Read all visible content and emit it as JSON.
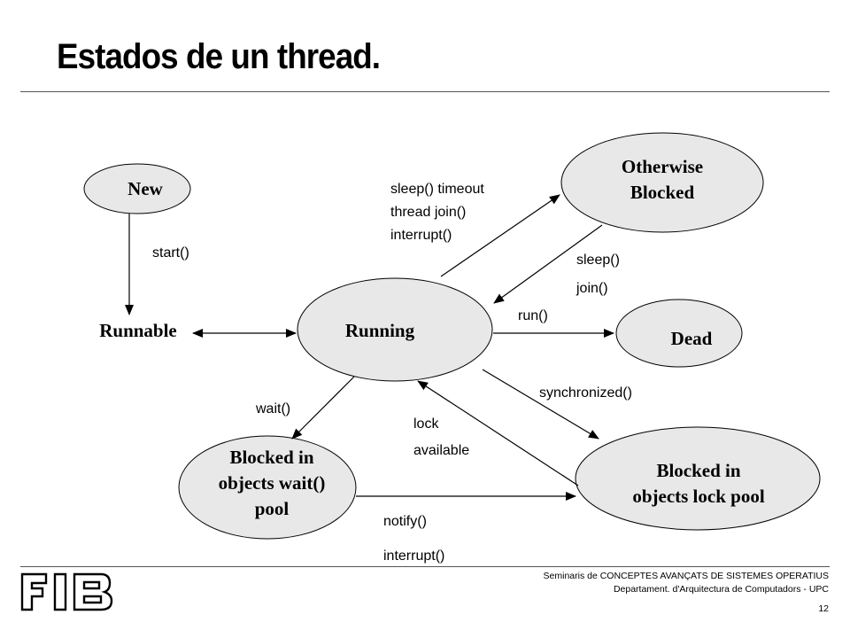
{
  "slide": {
    "title": "Estados de un thread.",
    "page_number": "12"
  },
  "footer": {
    "line1": "Seminaris de CONCEPTES AVANÇATS DE SISTEMES OPERATIUS",
    "line2": "Departament. d'Arquitectura de Computadors - UPC"
  },
  "logo": {
    "text": "FIB"
  },
  "states": {
    "new": "New",
    "runnable": "Runnable",
    "running": "Running",
    "dead": "Dead",
    "otherwise_blocked": [
      "Otherwise",
      "Blocked"
    ],
    "blocked_wait": [
      "Blocked in",
      "objects wait()",
      "pool"
    ],
    "blocked_lock": [
      "Blocked in",
      "objects lock pool"
    ]
  },
  "transitions": {
    "start": "start()",
    "to_otherwise": [
      "sleep() timeout",
      "thread join()",
      "interrupt()"
    ],
    "from_otherwise": [
      "sleep()",
      "join()"
    ],
    "run": "run()",
    "wait": "wait()",
    "synchronized": "synchronized()",
    "lock_available": [
      "lock",
      "available"
    ],
    "notify": [
      "notify()",
      "interrupt()"
    ]
  },
  "colors": {
    "node_fill": "#e8e8e8",
    "stroke": "#000000"
  }
}
